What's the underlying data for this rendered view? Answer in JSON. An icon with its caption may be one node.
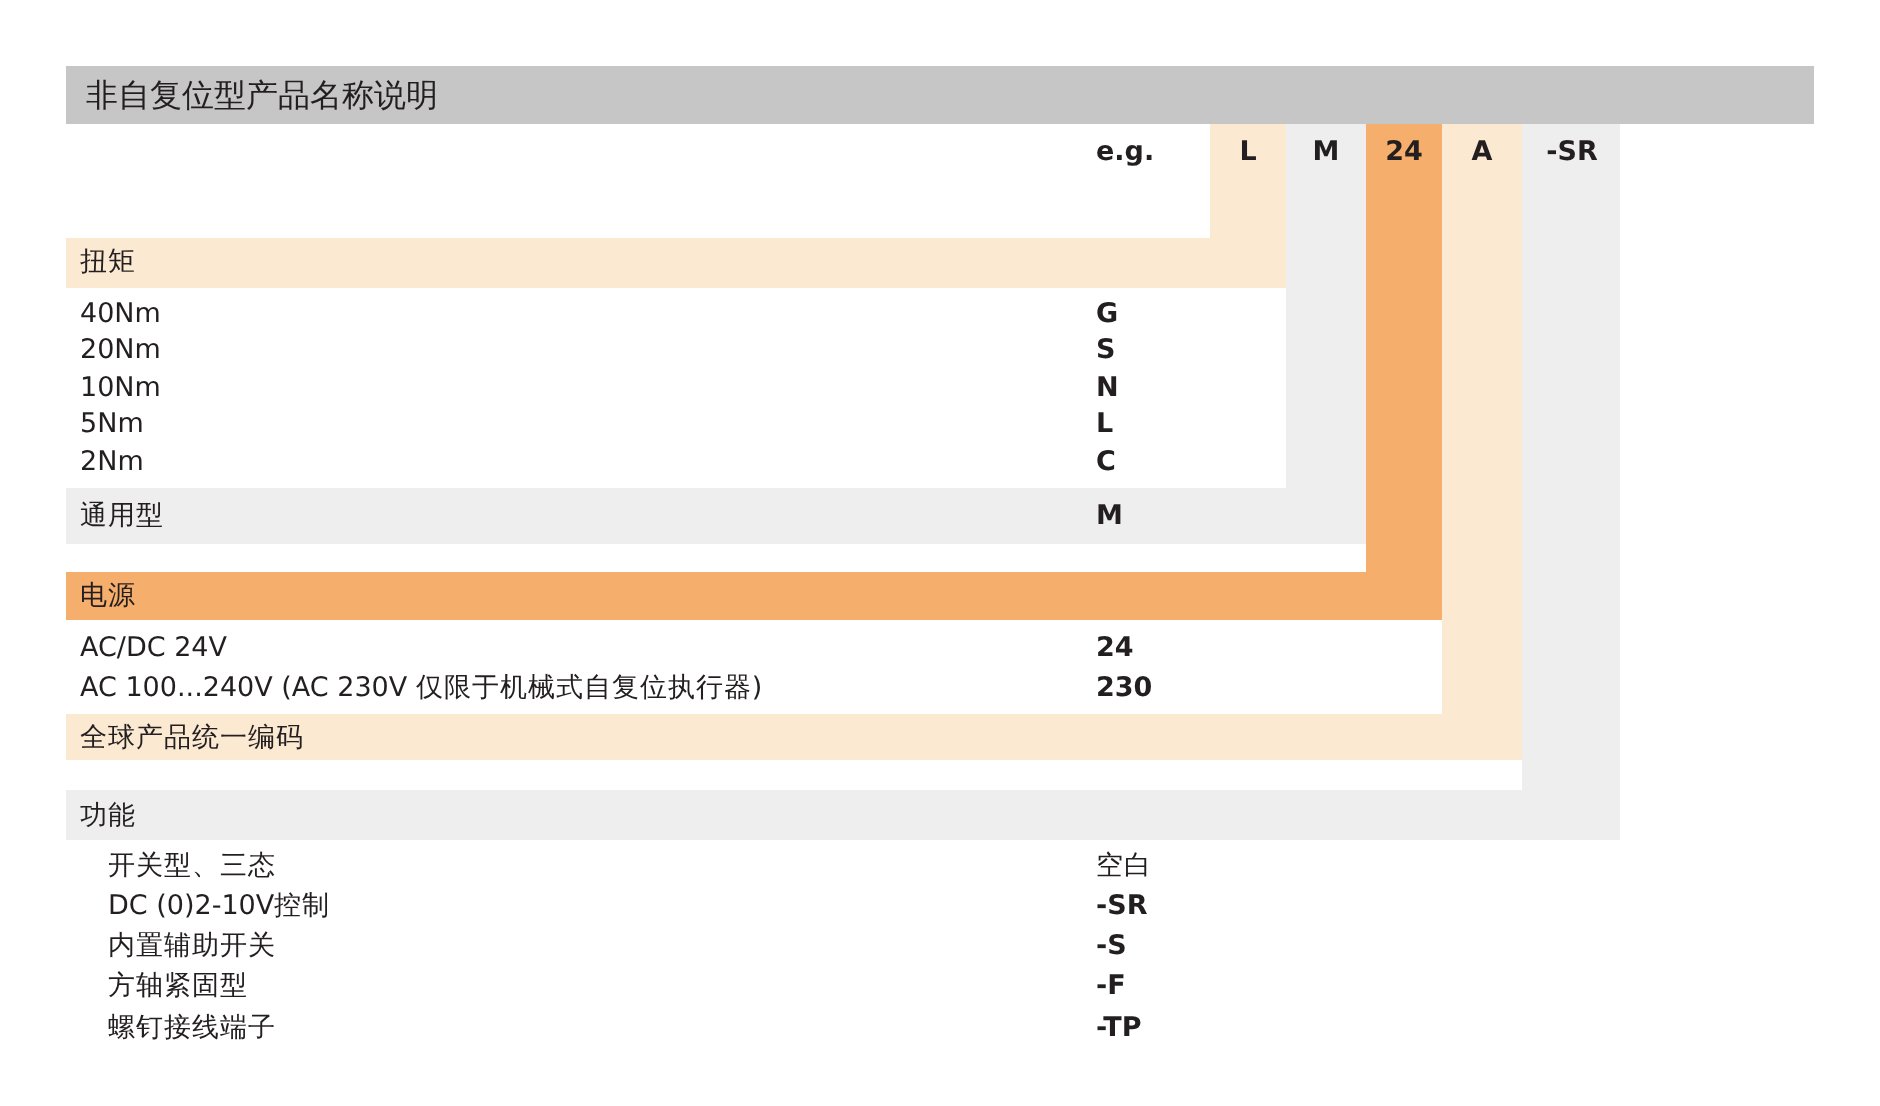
{
  "diagram": {
    "title": "非自复位型产品名称说明",
    "nodes": [
      {
        "text": [
          "L",
          "扭矩"
        ]
      },
      {
        "text": [
          "M",
          "通用型",
          "M"
        ]
      },
      {
        "text": [
          "24",
          "电源"
        ]
      },
      {
        "text": [
          "A",
          "全球产品统一编码"
        ]
      },
      {
        "text": [
          "-SR",
          "功能"
        ]
      }
    ],
    "labels": [
      "e.g.",
      "40Nm",
      "G",
      "20Nm",
      "S",
      "10Nm",
      "N",
      "5Nm",
      "L",
      "2Nm",
      "C",
      "AC/DC 24V",
      "24",
      "AC 100...240V (AC 230V 仅限于机械式自复位执行器)",
      "230",
      "开关型、三态",
      "空白",
      "DC (0)2-10V控制",
      "-SR",
      "内置辅助开关",
      "-S",
      "方轴紧固型",
      "-F",
      "螺钉接线端子",
      "-TP"
    ]
  }
}
